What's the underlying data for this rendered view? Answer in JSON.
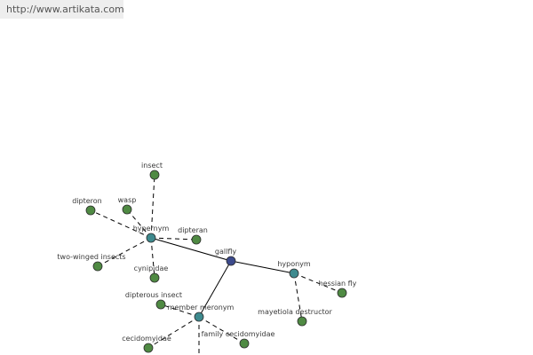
{
  "header": {
    "url_text": "http://www.artikata.com"
  },
  "colors": {
    "center_node": "#3c4a8c",
    "relation_node": "#3e8a8e",
    "word_node": "#4f8a43",
    "node_stroke": "#2d2d2d",
    "edge": "#000000"
  },
  "graph": {
    "center": "gallfly",
    "nodes": [
      {
        "id": "gallfly",
        "label": "gallfly",
        "kind": "center"
      },
      {
        "id": "hypernym",
        "label": "hypernym",
        "kind": "relation"
      },
      {
        "id": "hyponym",
        "label": "hyponym",
        "kind": "relation"
      },
      {
        "id": "member-meronym",
        "label": "member meronym",
        "kind": "relation"
      },
      {
        "id": "insect",
        "label": "insect",
        "kind": "word"
      },
      {
        "id": "dipteron",
        "label": "dipteron",
        "kind": "word"
      },
      {
        "id": "wasp",
        "label": "wasp",
        "kind": "word"
      },
      {
        "id": "dipteran",
        "label": "dipteran",
        "kind": "word"
      },
      {
        "id": "two-winged-insects",
        "label": "two-winged insects",
        "kind": "word"
      },
      {
        "id": "cynipidae",
        "label": "cynipidae",
        "kind": "word"
      },
      {
        "id": "dipterous-insect",
        "label": "dipterous insect",
        "kind": "word"
      },
      {
        "id": "hessian-fly",
        "label": "hessian fly",
        "kind": "word"
      },
      {
        "id": "mayetiola-destructor",
        "label": "mayetiola destructor",
        "kind": "word"
      },
      {
        "id": "cecidomyidae",
        "label": "cecidomyidae",
        "kind": "word"
      },
      {
        "id": "family-cecidomyidae",
        "label": "family cecidomyidae",
        "kind": "word"
      }
    ],
    "edges": [
      {
        "from": "gallfly",
        "to": "hypernym",
        "style": "solid"
      },
      {
        "from": "gallfly",
        "to": "hyponym",
        "style": "solid"
      },
      {
        "from": "gallfly",
        "to": "member-meronym",
        "style": "solid"
      },
      {
        "from": "hypernym",
        "to": "insect",
        "style": "dashed"
      },
      {
        "from": "hypernym",
        "to": "dipteron",
        "style": "dashed"
      },
      {
        "from": "hypernym",
        "to": "wasp",
        "style": "dashed"
      },
      {
        "from": "hypernym",
        "to": "dipteran",
        "style": "dashed"
      },
      {
        "from": "hypernym",
        "to": "two-winged-insects",
        "style": "dashed"
      },
      {
        "from": "hypernym",
        "to": "cynipidae",
        "style": "dashed"
      },
      {
        "from": "hyponym",
        "to": "hessian-fly",
        "style": "dashed"
      },
      {
        "from": "hyponym",
        "to": "mayetiola-destructor",
        "style": "dashed"
      },
      {
        "from": "member-meronym",
        "to": "dipterous-insect",
        "style": "dashed"
      },
      {
        "from": "member-meronym",
        "to": "cecidomyidae",
        "style": "dashed"
      },
      {
        "from": "member-meronym",
        "to": "family-cecidomyidae",
        "style": "dashed"
      },
      {
        "from": "member-meronym",
        "to": "offscreen",
        "style": "dashed"
      }
    ]
  }
}
